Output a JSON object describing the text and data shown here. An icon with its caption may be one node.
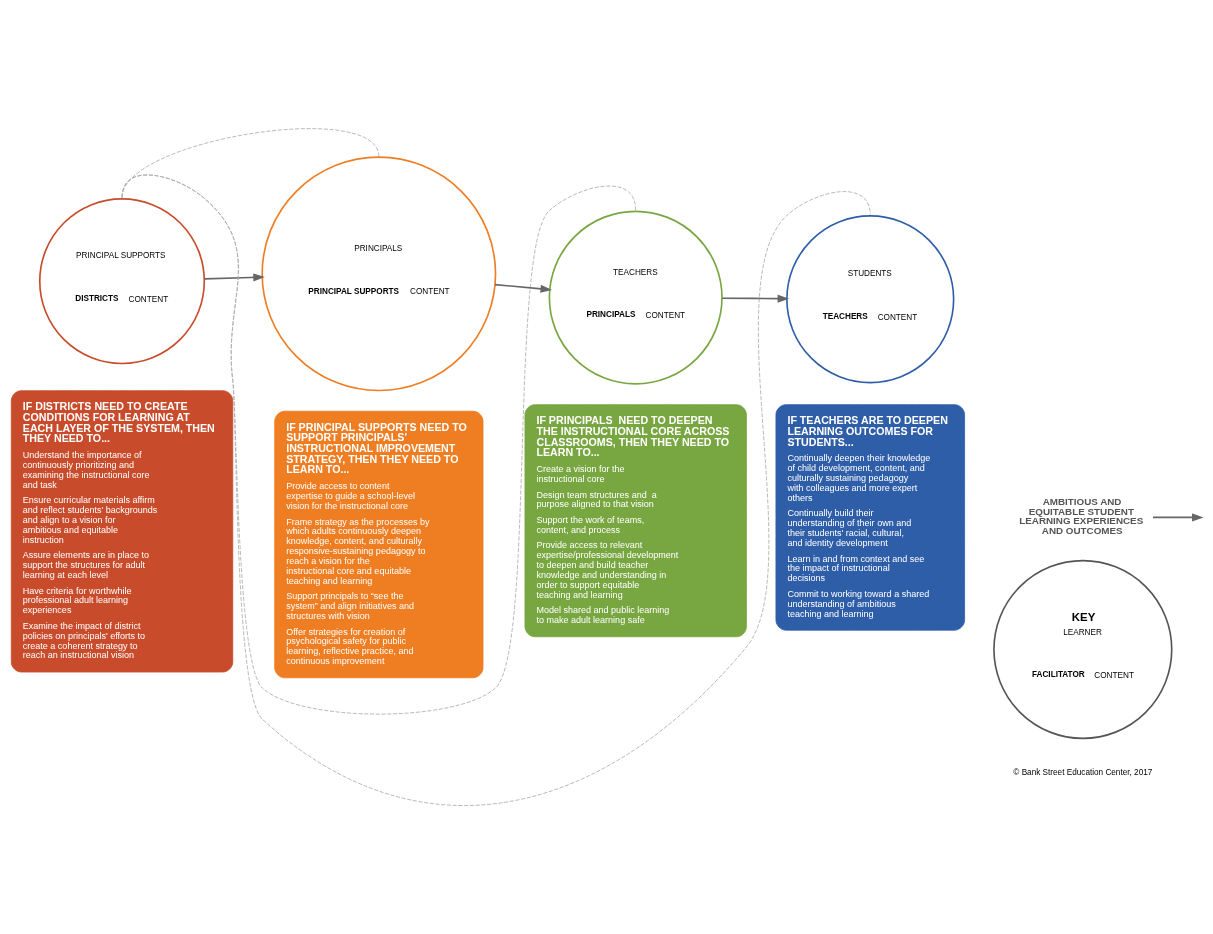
{
  "diagram": {
    "nodes": [
      {
        "text": [
          "PRINCIPAL SUPPORTS",
          "DISTRICTS",
          "CONTENT"
        ]
      },
      {
        "text": [
          "PRINCIPALS",
          "PRINCIPAL SUPPORTS",
          "CONTENT"
        ]
      },
      {
        "text": [
          "TEACHERS",
          "PRINCIPALS",
          "CONTENT"
        ]
      },
      {
        "text": [
          "STUDENTS",
          "TEACHERS",
          "CONTENT"
        ]
      },
      {
        "text": [
          "IF DISTRICTS NEED TO CREATE CONDITIONS FOR LEARNING AT EACH LAYER OF THE SYSTEM, THEN THEY NEED TO...",
          "Understand the importance of continuously prioritizing and examining the instructional core and task",
          "Ensure curricular materials affirm and reflect students' backgrounds and align to a vision for ambitious and equitable instruction",
          "Assure elements are in place to support the structures for adult learning at each level",
          "Have criteria for worthwhile professional adult learning experiences",
          "Examine the impact of district policies on principals' efforts to create a coherent strategy to reach an instructional vision"
        ]
      },
      {
        "text": [
          "IF PRINCIPAL SUPPORTS NEED TO SUPPORT PRINCIPALS' INSTRUCTIONAL IMPROVEMENT STRATEGY, THEN THEY NEED TO LEARN TO...",
          "Provide access to content expertise to guide a school-level vision for the instructional core",
          "Frame strategy as the processes by which adults continuously deepen knowledge, content, and culturally responsive-sustaining pedagogy to reach a vision for the instructional core and equitable teaching and learning",
          "Support principals to “see the system” and align initiatives and structures with vision",
          "Offer strategies for creation of psychological safety for public learning, reflective practice, and continuous improvement"
        ]
      },
      {
        "text": [
          "IF PRINCIPALS  NEED TO DEEPEN THE INSTRUCTIONAL CORE ACROSS CLASSROOMS, THEN THEY NEED TO LEARN TO...",
          "Create a vision for the instructional core",
          "Design team structures and  a purpose aligned to that vision",
          "Support the work of teams, content, and process",
          "Provide access to relevant expertise/professional development to deepen and build teacher knowledge and understanding in order to support equitable teaching and learning",
          "Model shared and public learning to make adult learning safe"
        ]
      },
      {
        "text": [
          "IF TEACHERS ARE TO DEEPEN LEARNING OUTCOMES FOR STUDENTS...",
          "Continually deepen their knowledge of child development, content, and culturally sustaining pedagogy with colleagues and more expert others",
          "Continually build their understanding of their own and their students' racial, cultural, and identity development",
          "Learn in and from context and see the impact of instructional decisions",
          "Commit to working toward a shared understanding of ambitious teaching and learning"
        ]
      },
      {
        "text": [
          "AMBITIOUS AND EQUITABLE STUDENT LEARNING EXPERIENCES AND OUTCOMES"
        ]
      },
      {
        "text": [
          "KEY",
          "LEARNER",
          "FACILITATOR",
          "CONTENT"
        ]
      }
    ],
    "edges": [
      {
        "from": 0,
        "to": 1,
        "arrow": "to"
      },
      {
        "from": 1,
        "to": 2,
        "arrow": "to"
      },
      {
        "from": 2,
        "to": 3,
        "arrow": "to"
      },
      {
        "from": 0,
        "to": 1,
        "arrow": "none",
        "style": "dashed",
        "color": "#aaaaaa"
      },
      {
        "from": 0,
        "to": 2,
        "arrow": "none",
        "style": "dashed",
        "color": "#aaaaaa"
      },
      {
        "from": 0,
        "to": 3,
        "arrow": "none",
        "style": "dashed",
        "color": "#aaaaaa"
      },
      {
        "from": 8,
        "to": null,
        "arrow": "to"
      }
    ],
    "labels": [
      "© Bank Street Education Center, 2017"
    ]
  }
}
